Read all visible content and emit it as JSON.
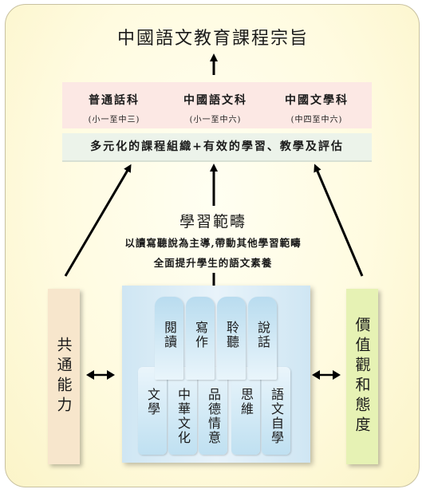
{
  "title": "中國語文教育課程宗旨",
  "subjects": [
    {
      "name": "普通話科",
      "range": "(小一至中三)"
    },
    {
      "name": "中國語文科",
      "range": "(小一至中六)"
    },
    {
      "name": "中國文學科",
      "range": "(中四至中六)"
    }
  ],
  "curriculum_bar": "多元化的課程組織+有效的學習、教學及評估",
  "center": {
    "heading": "學習範疇",
    "line1": "以讀寫聽說為主導,帶動其他學習範疇",
    "line2": "全面提升學生的語文素養"
  },
  "left_box": "共通能力",
  "right_box": "價值觀和態度",
  "strands_top": [
    "閱讀",
    "寫作",
    "聆聽",
    "說話"
  ],
  "strands_bottom": [
    "文學",
    "中華文化",
    "品德情意",
    "思維",
    "語文自學"
  ]
}
